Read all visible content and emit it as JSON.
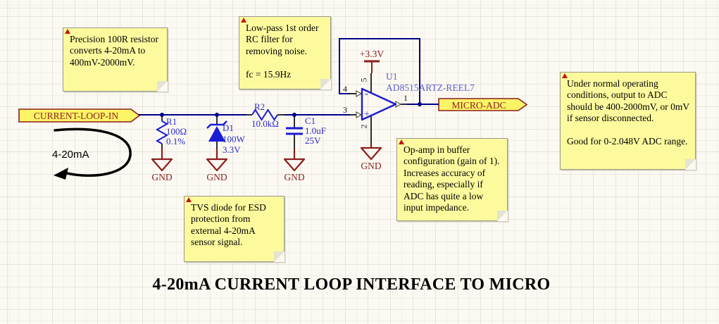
{
  "sheet": {
    "title": "4-20mA CURRENT LOOP INTERFACE TO MICRO"
  },
  "ports": {
    "input": {
      "label": "CURRENT-LOOP-IN"
    },
    "output": {
      "label": "MICRO-ADC"
    }
  },
  "power": {
    "vcc": "+3.3V",
    "gnd": "GND"
  },
  "components": {
    "r1": {
      "designator": "R1",
      "value": "100Ω",
      "tolerance": "0.1%"
    },
    "r2": {
      "designator": "R2",
      "value": "10.0kΩ"
    },
    "c1": {
      "designator": "C1",
      "value": "1.0uF",
      "voltage": "25V"
    },
    "d1": {
      "designator": "D1",
      "power_rating": "100W",
      "breakdown_voltage": "3.3V"
    },
    "u1": {
      "designator": "U1",
      "part_number": "AD8515ARTZ-REEL7",
      "pins": {
        "output": "1",
        "ground": "2",
        "noninverting": "3",
        "inverting": "4",
        "supply": "5"
      },
      "polarity": {
        "minus": "-",
        "plus": "+"
      }
    }
  },
  "annotations": {
    "loop_current": "4-20mA",
    "notes": [
      {
        "id": "precision-resistor",
        "text": "Precision 100R resistor converts 4-20mA to 400mV-2000mV."
      },
      {
        "id": "low-pass-filter",
        "text": "Low-pass 1st order RC filter for removing noise.\n\nfc = 15.9Hz"
      },
      {
        "id": "tvs-diode",
        "text": "TVS diode for ESD protection from external 4-20mA sensor signal."
      },
      {
        "id": "op-amp-buffer",
        "text": "Op-amp in buffer configuration (gain of 1). Increases accuracy of reading, especially if ADC has quite a low input impedance."
      },
      {
        "id": "adc-range",
        "text": "Under normal operating conditions, output to ADC should be 400-2000mV, or 0mV if sensor disconnected.\n\nGood for 0-2.048V ADC range."
      }
    ]
  },
  "colors": {
    "wire": "#00008b",
    "symbol": "#1b1bd6",
    "power_ground": "#8b1e1e",
    "note_background": "#fdfa9e",
    "port_fill": "#fcf466",
    "grid_line": "#e7e5db"
  }
}
